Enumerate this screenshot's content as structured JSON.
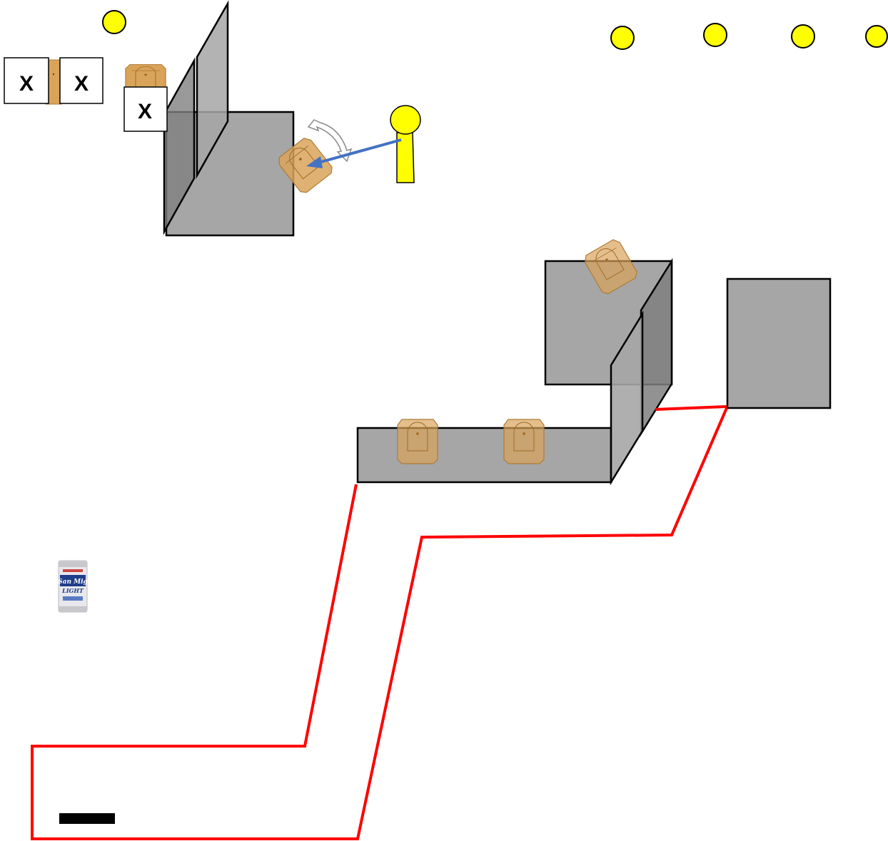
{
  "colors": {
    "wall_fill": "#a6a6a6",
    "wall_dark": "#7f7f7f",
    "wall_stroke": "#000000",
    "target_fill": "#d9a45a",
    "target_stroke": "#b07a34",
    "shooter": "#ffff00",
    "path": "#ff0000",
    "arrow": "#4472c4",
    "start_bar": "#000000"
  },
  "icons": {
    "steel_target": "octagon-target-icon",
    "shooter": "shooter-icon",
    "popper": "popper-icon",
    "no_shoot": "no-shoot-x-icon",
    "turn_arrow": "rotate-arrow-icon",
    "can": "beer-can-icon"
  },
  "no_shoot_labels": [
    "X",
    "X",
    "X"
  ],
  "can_label": {
    "brand_line1": "San Mig",
    "brand_line2": "LIGHT"
  }
}
